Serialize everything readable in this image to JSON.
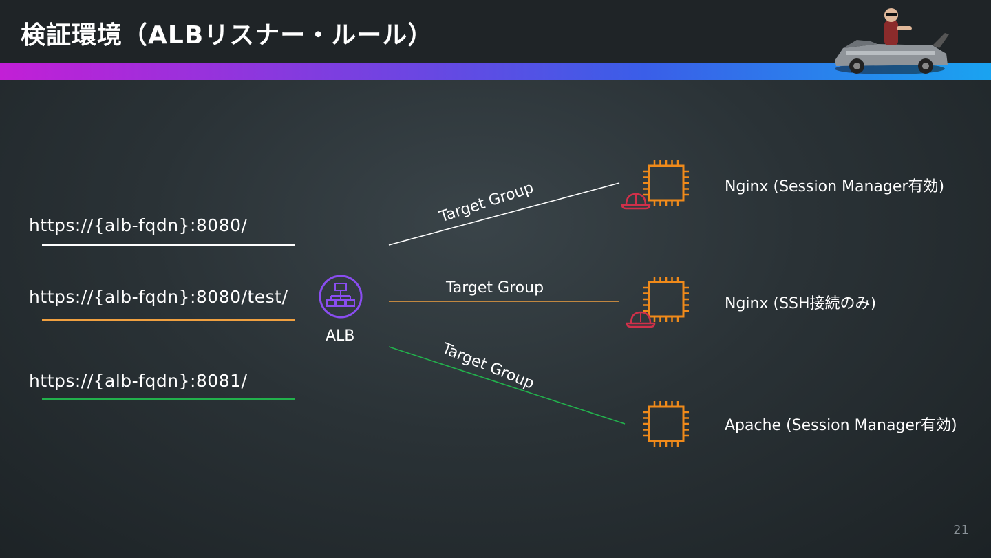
{
  "slide": {
    "title": "検証環境（ALBリスナー・ルール）",
    "page_number": "21"
  },
  "listeners": [
    {
      "url": "https://{alb-fqdn}:8080/",
      "color": "#ffffff"
    },
    {
      "url": "https://{alb-fqdn}:8080/test/",
      "color": "#f0a040"
    },
    {
      "url": "https://{alb-fqdn}:8081/",
      "color": "#22b14c"
    }
  ],
  "alb": {
    "label": "ALB",
    "icon": "load-balancer-icon",
    "color": "#8a4df0"
  },
  "target_groups": [
    {
      "label": "Target Group",
      "color": "#ffffff"
    },
    {
      "label": "Target Group",
      "color": "#f0a040"
    },
    {
      "label": "Target Group",
      "color": "#22b14c"
    }
  ],
  "servers": [
    {
      "label": "Nginx (Session Manager有効)",
      "icon": "ec2-instance-icon",
      "badge": "hardhat-icon"
    },
    {
      "label": "Nginx (SSH接続のみ)",
      "icon": "ec2-instance-icon",
      "badge": "hardhat-icon"
    },
    {
      "label": "Apache (Session Manager有効)",
      "icon": "ec2-instance-icon",
      "badge": ""
    }
  ],
  "colors": {
    "ec2": "#f08a1a",
    "hardhat": "#d0304a"
  }
}
